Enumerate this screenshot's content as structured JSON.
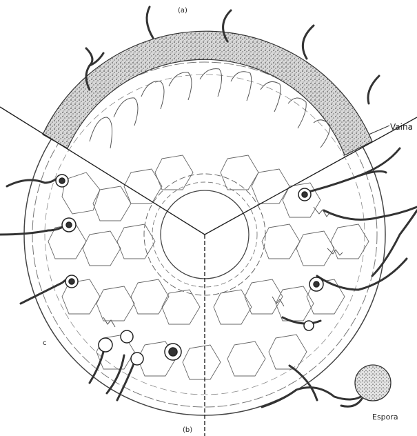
{
  "labels": {
    "panel_a": "(a)",
    "vaina": "Vaina",
    "panel_c": "c",
    "espora": "Espora",
    "panel_b": "(b)"
  }
}
